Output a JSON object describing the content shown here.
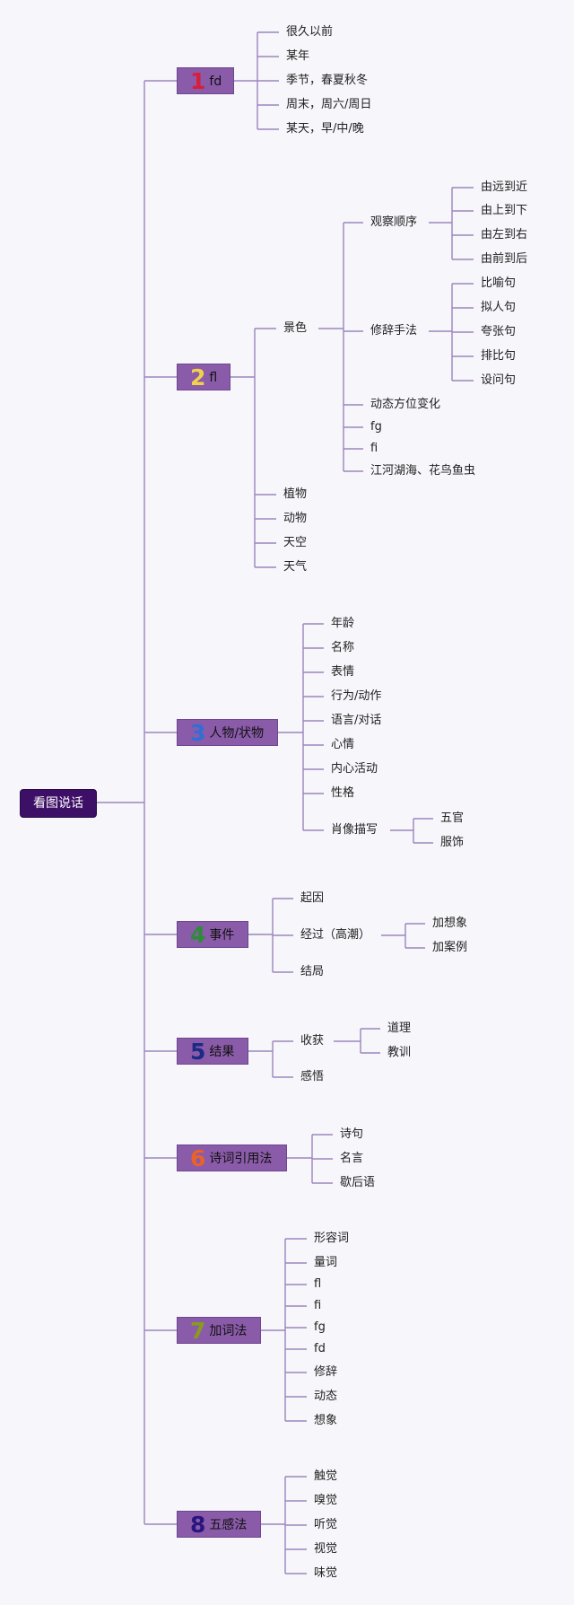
{
  "colors": {
    "line": "#9b85bd",
    "root_bg": "#3d0f66",
    "branch_bg": "#8a5ba8"
  },
  "diagram": {
    "root": "看图说话",
    "branches": [
      {
        "num": "1",
        "num_color": "#d81e3b",
        "label": "fd",
        "children": [
          {
            "label": "很久以前"
          },
          {
            "label": "某年"
          },
          {
            "label": "季节，春夏秋冬"
          },
          {
            "label": "周末，周六/周日"
          },
          {
            "label": "某天，早/中/晚"
          }
        ]
      },
      {
        "num": "2",
        "num_color": "#f2d04c",
        "label": "fl",
        "children": [
          {
            "label": "景色",
            "children": [
              {
                "label": "观察顺序",
                "children": [
                  {
                    "label": "由远到近"
                  },
                  {
                    "label": "由上到下"
                  },
                  {
                    "label": "由左到右"
                  },
                  {
                    "label": "由前到后"
                  }
                ]
              },
              {
                "label": "修辞手法",
                "children": [
                  {
                    "label": "比喻句"
                  },
                  {
                    "label": "拟人句"
                  },
                  {
                    "label": "夸张句"
                  },
                  {
                    "label": "排比句"
                  },
                  {
                    "label": "设问句"
                  }
                ]
              },
              {
                "label": "动态方位变化"
              },
              {
                "label": "fg"
              },
              {
                "label": "fi"
              },
              {
                "label": "江河湖海、花鸟鱼虫"
              }
            ]
          },
          {
            "label": "植物"
          },
          {
            "label": "动物"
          },
          {
            "label": "天空"
          },
          {
            "label": "天气"
          }
        ]
      },
      {
        "num": "3",
        "num_color": "#2f6fd6",
        "label": "人物/状物",
        "children": [
          {
            "label": "年龄"
          },
          {
            "label": "名称"
          },
          {
            "label": "表情"
          },
          {
            "label": "行为/动作"
          },
          {
            "label": "语言/对话"
          },
          {
            "label": "心情"
          },
          {
            "label": "内心活动"
          },
          {
            "label": "性格"
          },
          {
            "label": "肖像描写",
            "children": [
              {
                "label": "五官"
              },
              {
                "label": "服饰"
              }
            ]
          }
        ]
      },
      {
        "num": "4",
        "num_color": "#2e8b3a",
        "label": "事件",
        "children": [
          {
            "label": "起因"
          },
          {
            "label": "经过（高潮）",
            "children": [
              {
                "label": "加想象"
              },
              {
                "label": "加案例"
              }
            ]
          },
          {
            "label": "结局"
          }
        ]
      },
      {
        "num": "5",
        "num_color": "#1c2a86",
        "label": "结果",
        "children": [
          {
            "label": "收获",
            "children": [
              {
                "label": "道理"
              },
              {
                "label": "教训"
              }
            ]
          },
          {
            "label": "感悟"
          }
        ]
      },
      {
        "num": "6",
        "num_color": "#e8622a",
        "label": "诗词引用法",
        "children": [
          {
            "label": "诗句"
          },
          {
            "label": "名言"
          },
          {
            "label": "歇后语"
          }
        ]
      },
      {
        "num": "7",
        "num_color": "#8a9a1f",
        "label": "加词法",
        "children": [
          {
            "label": "形容词"
          },
          {
            "label": "量词"
          },
          {
            "label": "fl"
          },
          {
            "label": "fi"
          },
          {
            "label": "fg"
          },
          {
            "label": "fd"
          },
          {
            "label": "修辞"
          },
          {
            "label": "动态"
          },
          {
            "label": "想象"
          }
        ]
      },
      {
        "num": "8",
        "num_color": "#2a1580",
        "label": "五感法",
        "children": [
          {
            "label": "触觉"
          },
          {
            "label": "嗅觉"
          },
          {
            "label": "听觉"
          },
          {
            "label": "视觉"
          },
          {
            "label": "味觉"
          }
        ]
      }
    ]
  }
}
